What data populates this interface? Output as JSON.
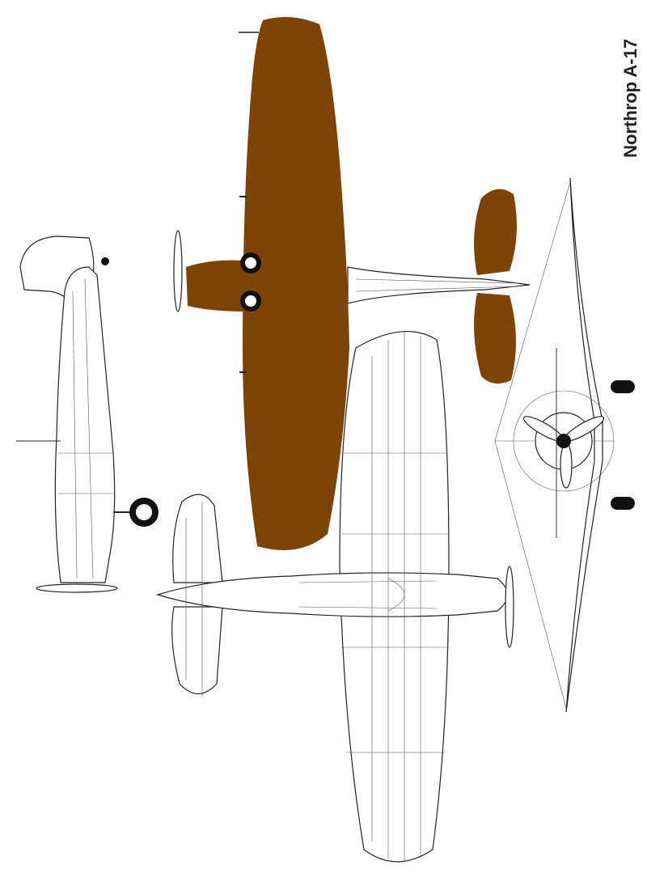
{
  "title": "Northrop A-17",
  "colors": {
    "overlay_brown": "#7e4406",
    "line": "#222222",
    "background": "#ffffff"
  },
  "views": [
    "top-plan-view-overpainted",
    "bottom-plan-view",
    "side-view",
    "front-view"
  ]
}
